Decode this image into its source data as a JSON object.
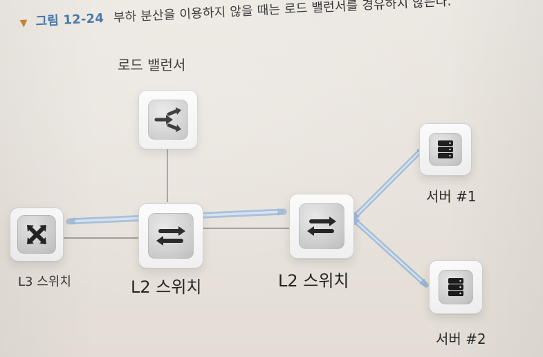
{
  "figure": {
    "caption_marker": "▼",
    "caption_number": "그림 12-24",
    "caption_text": "부하 분산을 이용하지 않을 때는 로드 밸런서를 경유하지 않는다."
  },
  "nodes": {
    "load_balancer": {
      "label": "로드 밸런서"
    },
    "l3_switch": {
      "label": "L3 스위치"
    },
    "l2_switch_left": {
      "label": "L2 스위치"
    },
    "l2_switch_right": {
      "label": "L2 스위치"
    },
    "server_1": {
      "label": "서버 #1"
    },
    "server_2": {
      "label": "서버 #2"
    }
  },
  "colors": {
    "flow_arrow": "#9fb9d6",
    "flow_arrow_stroke": "#8aa7c7",
    "link_line": "#6f6f6f",
    "icon_glyph": "#1b1b1b"
  },
  "icons": {
    "load_balancer": "load-balancer-icon",
    "l3_switch": "l3-switch-icon",
    "l2_switch": "l2-switch-icon",
    "server": "server-icon"
  }
}
